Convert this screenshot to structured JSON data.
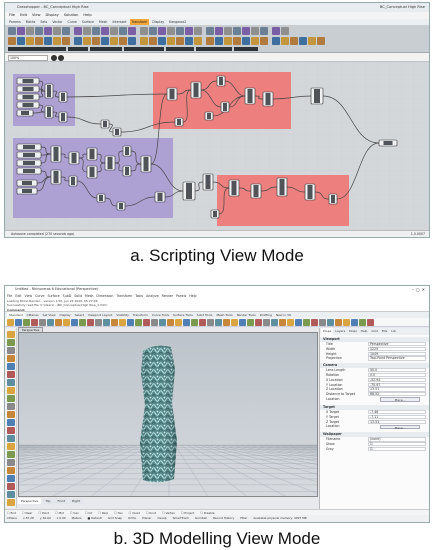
{
  "panel_a": {
    "caption": "a. Scripting View Mode",
    "title": "Grasshopper - BC_Conceptual High Rise",
    "title_right": "BC_Conceptual High Rise",
    "menu": [
      "File",
      "Edit",
      "View",
      "Display",
      "Solution",
      "Help"
    ],
    "tabs": [
      "Params",
      "Maths",
      "Sets",
      "Vector",
      "Curve",
      "Surface",
      "Mesh",
      "Intersect",
      "Transform",
      "Display",
      "Kangaroo2"
    ],
    "active_tab": "Transform",
    "search_value": "100%",
    "status_text": "Autosave completed (270 seconds ago)",
    "version_text": "1.0.0007",
    "colors": {
      "purple_group": "#a99bd3",
      "red_group": "#ef7876",
      "canvas": "#d4d7da",
      "accent_tab": "#f1a63b"
    }
  },
  "panel_b": {
    "caption": "b. 3D Modelling View Mode",
    "title": "Untitled - Rhinoceros 6 Educational (Perspective)",
    "menu": [
      "File",
      "Edit",
      "View",
      "Curve",
      "Surface",
      "SubD",
      "Solid",
      "Mesh",
      "Dimension",
      "Transform",
      "Tools",
      "Analyze",
      "Render",
      "Panels",
      "Help"
    ],
    "command_lines": [
      "Loading Rhino Render... version 1.50, Jun 24 2020, 05:27:06",
      "Successfully read file 'C:\\Users\\...\\BC_Conceptual High Rise_1.3dm'",
      "Command:"
    ],
    "toolbar_tabs": [
      "Standard",
      "CPlanes",
      "Set View",
      "Display",
      "Select",
      "Viewport Layout",
      "Visibility",
      "Transform",
      "Curve Tools",
      "Surface Tools",
      "Solid Tools",
      "Mesh Tools",
      "Render Tools",
      "Drafting",
      "New in V6"
    ],
    "viewport_label": "Perspective",
    "viewport_tabs": [
      "Perspective",
      "Top",
      "Front",
      "Right"
    ],
    "active_viewport_tab": "Perspective",
    "panel_tabs": [
      "Props",
      "Layers",
      "Displ",
      "Help",
      "Grid",
      "Fills",
      "Lib"
    ],
    "viewport_section": "Viewport",
    "viewport_props": [
      {
        "label": "Title",
        "value": "Perspective"
      },
      {
        "label": "Width",
        "value": "1225"
      },
      {
        "label": "Height",
        "value": "1049"
      },
      {
        "label": "Projection",
        "value": "Two-Point Perspective"
      }
    ],
    "camera_section": "Camera",
    "camera_props": [
      {
        "label": "Lens Length",
        "value": "50.0"
      },
      {
        "label": "Rotation",
        "value": "0.0"
      },
      {
        "label": "X Location",
        "value": "-52.94"
      },
      {
        "label": "Y Location",
        "value": "-70.97"
      },
      {
        "label": "Z Location",
        "value": "13.51"
      },
      {
        "label": "Distance to Target",
        "value": "88.52"
      }
    ],
    "location_label": "Location",
    "place_button": "Place...",
    "target_section": "Target",
    "target_props": [
      {
        "label": "X Target",
        "value": "-7.46"
      },
      {
        "label": "Y Target",
        "value": "-7.11"
      },
      {
        "label": "Z Target",
        "value": "13.51"
      }
    ],
    "wallpaper_section": "Wallpaper",
    "wallpaper_props": [
      {
        "label": "Filename",
        "value": "(none)"
      },
      {
        "label": "Show",
        "value": "☑"
      },
      {
        "label": "Gray",
        "value": "☑"
      }
    ],
    "osnap_items": [
      "End",
      "Near",
      "Point",
      "Mid",
      "Cen",
      "Int",
      "Perp",
      "Tan",
      "Quad",
      "Knot",
      "Vertex",
      "Project",
      "Disable"
    ],
    "status_items": [
      "CPlane",
      "x 87.28",
      "y 30.64",
      "z 0.00",
      "Meters",
      "■ Default",
      "Grid Snap",
      "Ortho",
      "Planar",
      "Osnap",
      "SmartTrack",
      "Gumball",
      "Record History",
      "Filter",
      "Available physical memory: 4097 MB"
    ]
  }
}
